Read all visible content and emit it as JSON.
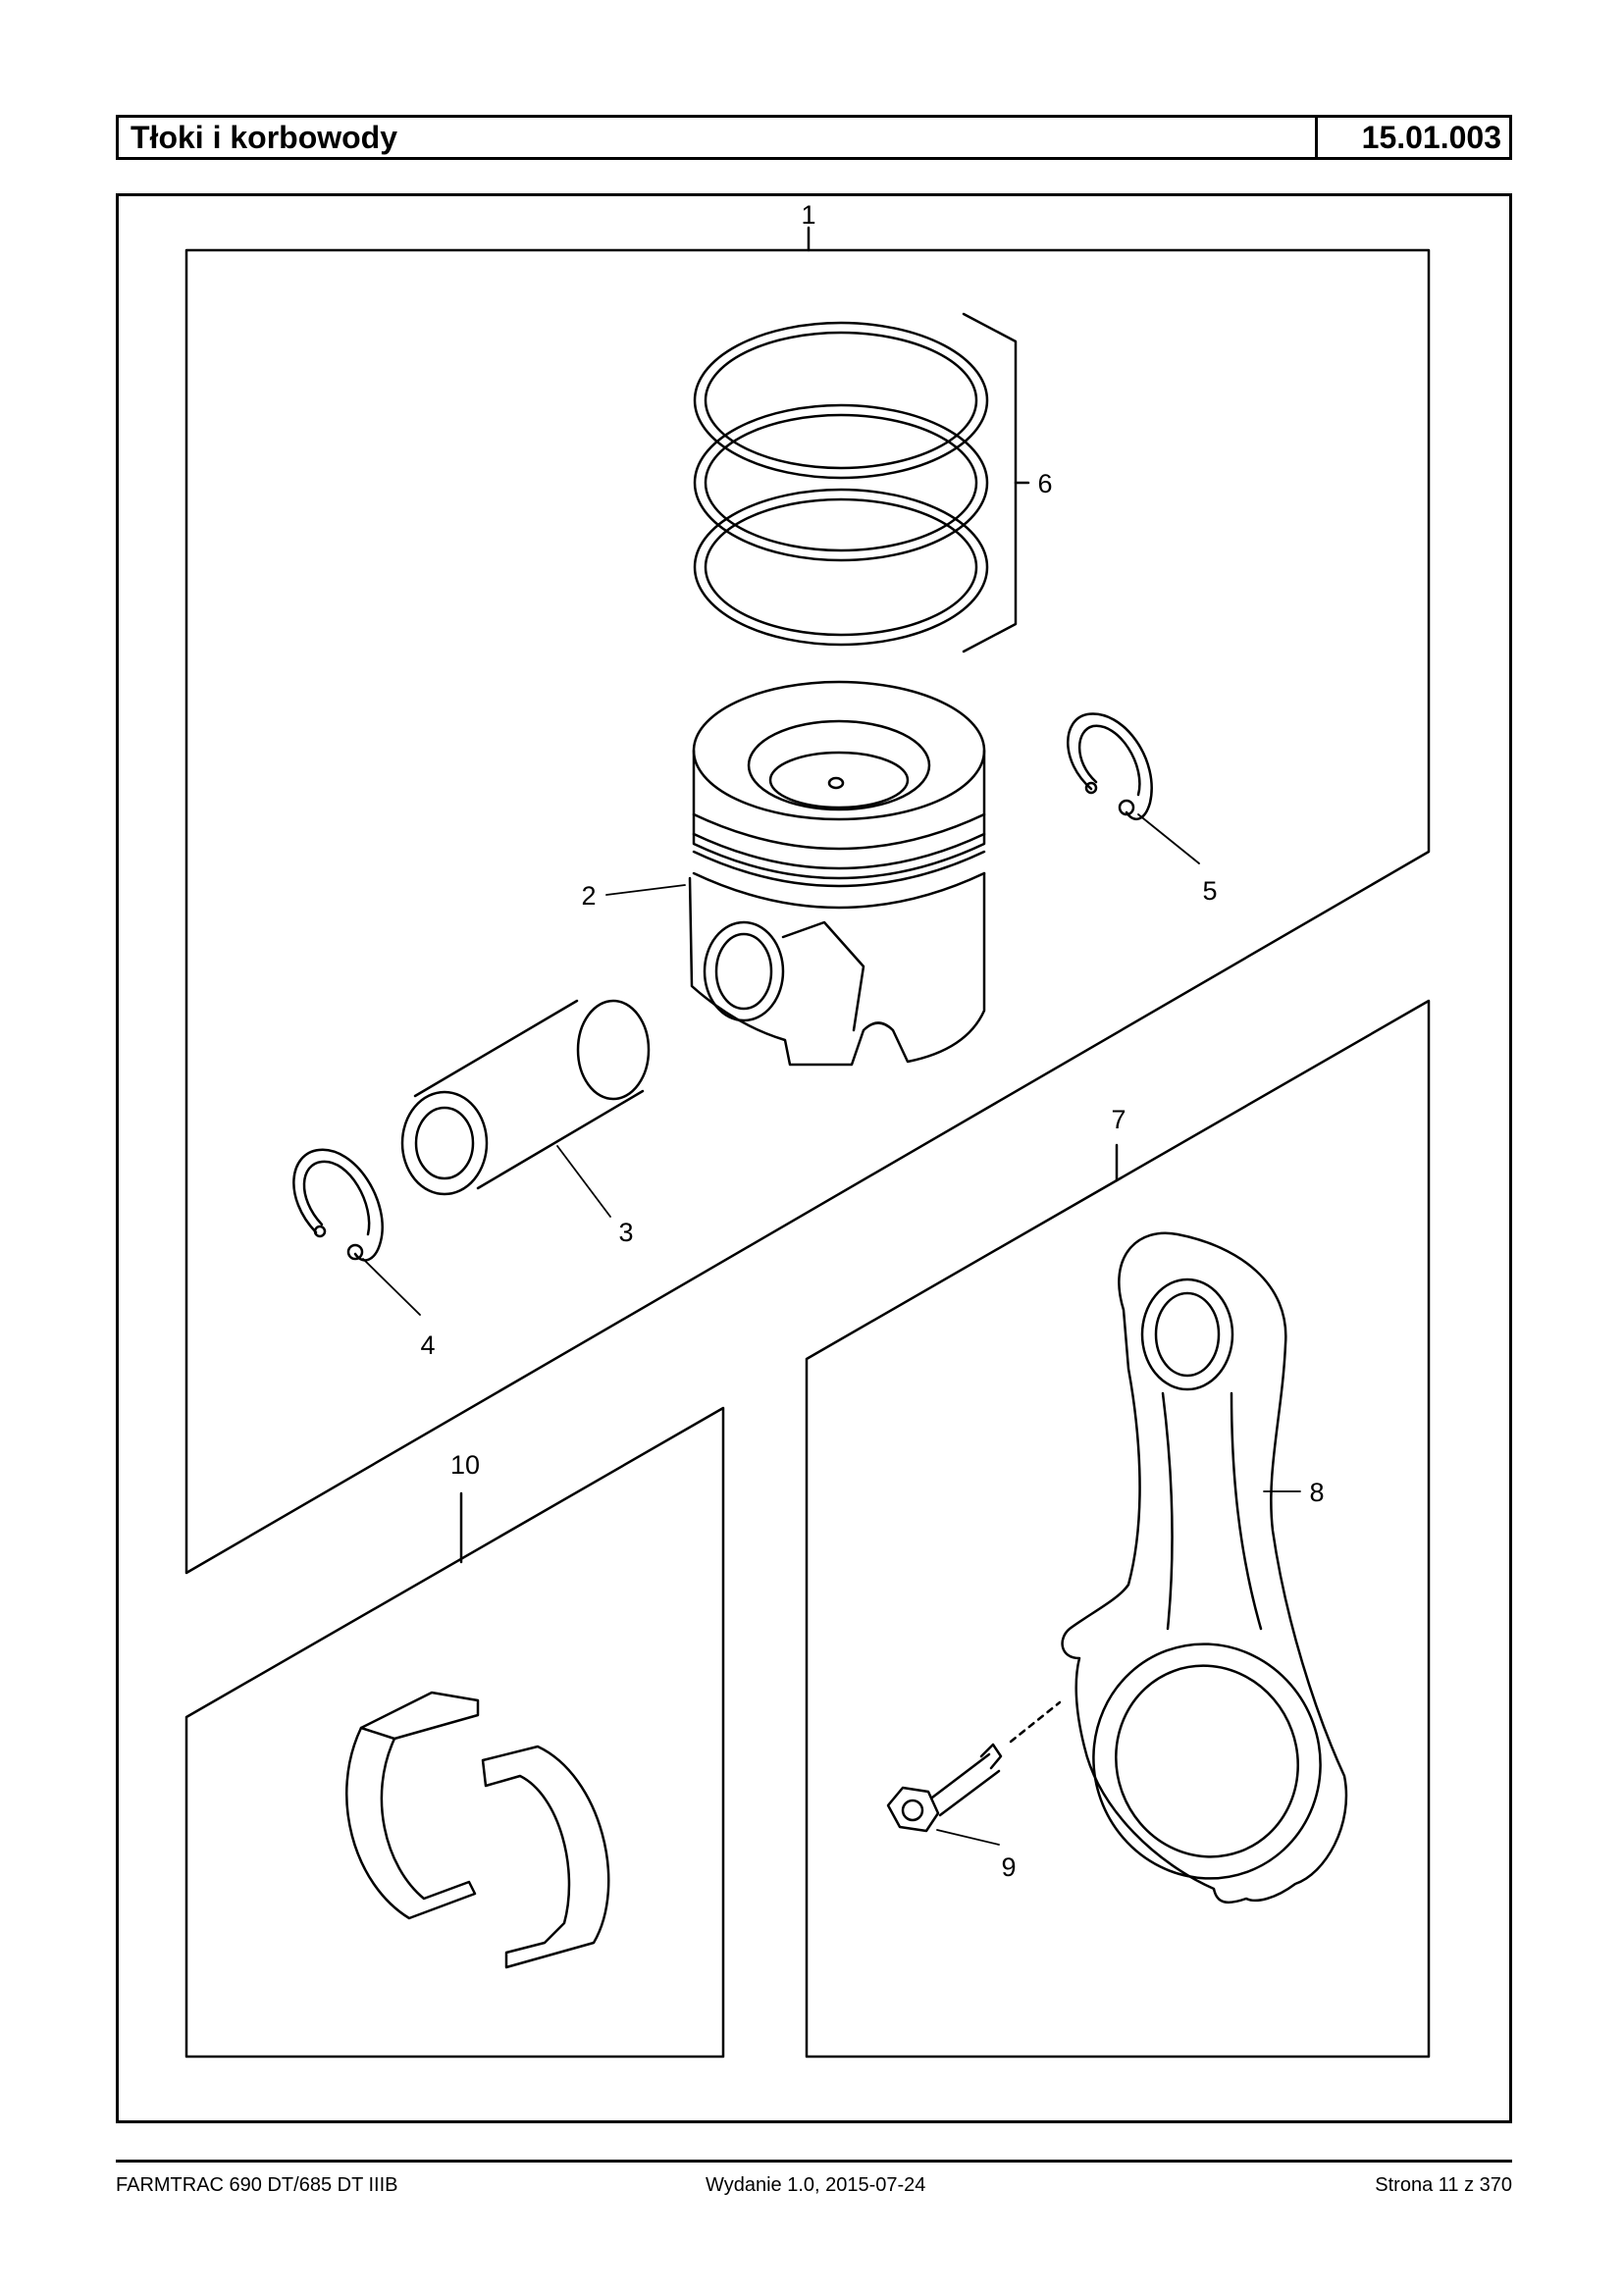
{
  "header": {
    "title": "Tłoki i korbowody",
    "code": "15.01.003"
  },
  "callouts": {
    "c1": "1",
    "c2": "2",
    "c3": "3",
    "c4": "4",
    "c5": "5",
    "c6": "6",
    "c7": "7",
    "c8": "8",
    "c9": "9",
    "c10": "10"
  },
  "footer": {
    "left": "FARMTRAC 690 DT/685 DT IIIB",
    "center": "Wydanie 1.0,  2015-07-24",
    "right": "Strona 11 z 370"
  }
}
